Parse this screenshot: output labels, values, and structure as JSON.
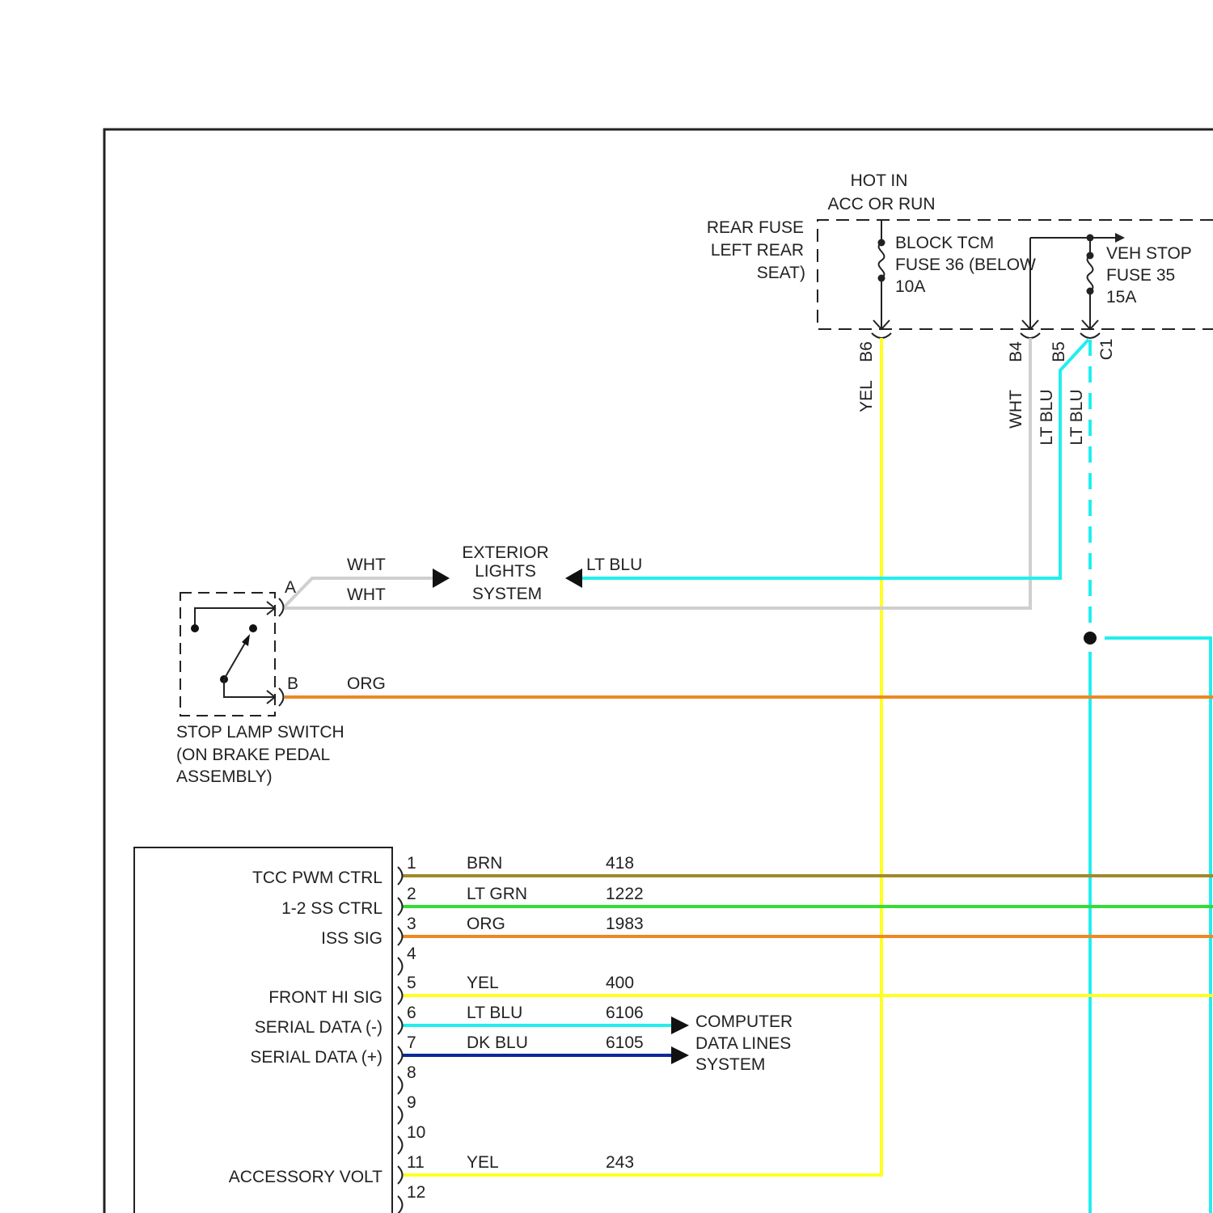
{
  "colors": {
    "yel": "#ffff22",
    "wht": "#cfcfcf",
    "lt_blu": "#22eeee",
    "dk_blu": "#0a2a99",
    "org": "#ee8822",
    "brn": "#a08a2a",
    "lt_grn": "#33dd33",
    "ink": "#222222"
  },
  "fuse_block": {
    "supply": [
      "HOT IN",
      "ACC OR RUN"
    ],
    "name": [
      "REAR FUSE",
      "LEFT REAR",
      "SEAT)"
    ],
    "fuse36": [
      "BLOCK TCM",
      "FUSE 36 (BELOW",
      "10A"
    ],
    "fuse35": [
      "VEH STOP",
      "FUSE 35",
      "15A"
    ],
    "pins": {
      "b6": "B6",
      "b4": "B4",
      "b5": "B5",
      "c1": "C1"
    }
  },
  "wire_labels": {
    "b6": "YEL",
    "b4": "WHT",
    "b5": "LT BLU",
    "c1": "LT BLU",
    "ext_lt_blu": "LT BLU",
    "wht_upper": "WHT",
    "wht_lower": "WHT",
    "org": "ORG"
  },
  "exterior_lights": [
    "EXTERIOR",
    "LIGHTS",
    "SYSTEM"
  ],
  "stop_lamp_switch": {
    "pin_a": "A",
    "pin_b": "B",
    "caption": [
      "STOP LAMP SWITCH",
      "(ON BRAKE PEDAL",
      "ASSEMBLY)"
    ]
  },
  "module": {
    "pins": [
      {
        "pin": "1",
        "function": "TCC PWM CTRL",
        "color": "BRN",
        "circuit": "418"
      },
      {
        "pin": "2",
        "function": "1-2 SS CTRL",
        "color": "LT GRN",
        "circuit": "1222"
      },
      {
        "pin": "3",
        "function": "ISS SIG",
        "color": "ORG",
        "circuit": "1983"
      },
      {
        "pin": "4",
        "function": "",
        "color": "",
        "circuit": ""
      },
      {
        "pin": "5",
        "function": "FRONT HI SIG",
        "color": "YEL",
        "circuit": "400"
      },
      {
        "pin": "6",
        "function": "SERIAL DATA (-)",
        "color": "LT BLU",
        "circuit": "6106"
      },
      {
        "pin": "7",
        "function": "SERIAL DATA (+)",
        "color": "DK BLU",
        "circuit": "6105"
      },
      {
        "pin": "8",
        "function": "",
        "color": "",
        "circuit": ""
      },
      {
        "pin": "9",
        "function": "",
        "color": "",
        "circuit": ""
      },
      {
        "pin": "10",
        "function": "",
        "color": "",
        "circuit": ""
      },
      {
        "pin": "11",
        "function": "ACCESSORY VOLT",
        "color": "YEL",
        "circuit": "243"
      },
      {
        "pin": "12",
        "function": "",
        "color": "",
        "circuit": ""
      }
    ]
  },
  "computer_data_lines": [
    "COMPUTER",
    "DATA LINES",
    "SYSTEM"
  ]
}
